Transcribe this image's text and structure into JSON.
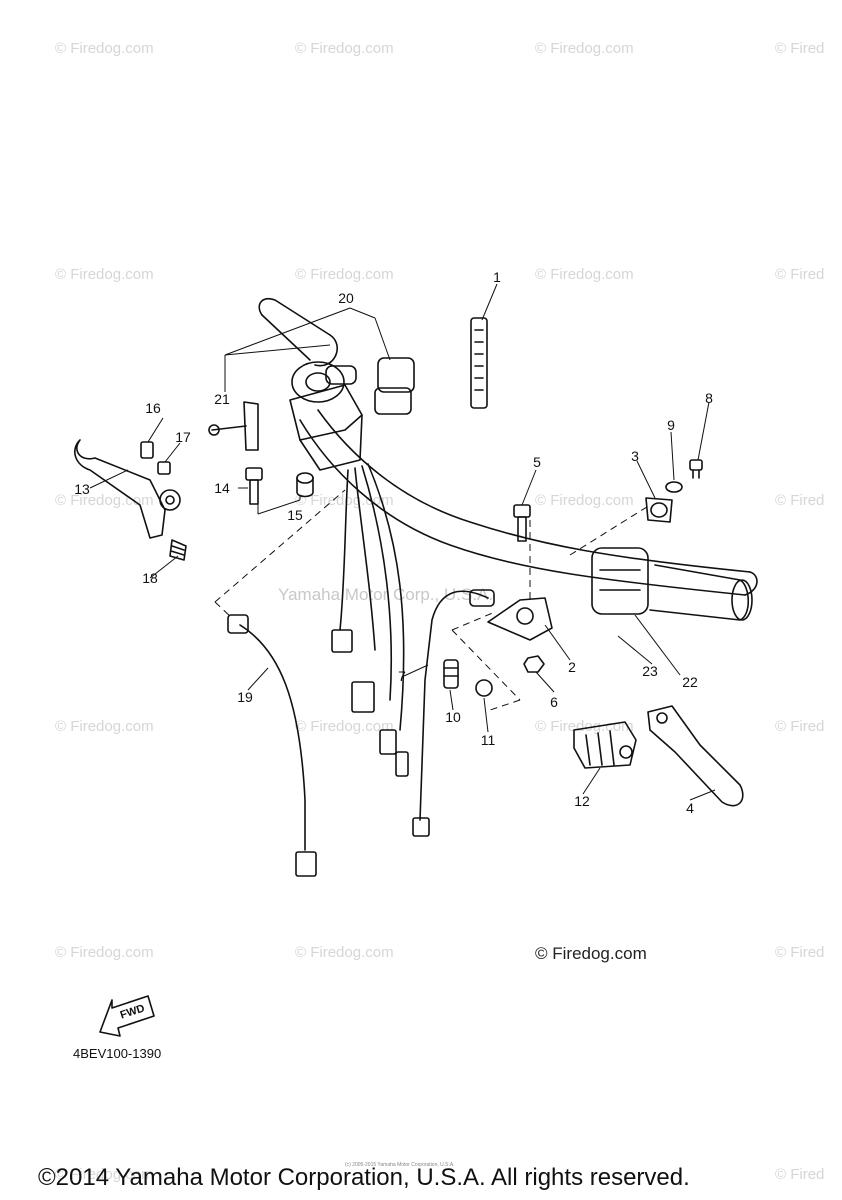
{
  "watermark": {
    "text": "© Firedog.com",
    "clipped_text": "© Fired",
    "center_text": "Yamaha Motor Corp., U.S.A.",
    "color": "#d6d6d6"
  },
  "site_credit": "© Firedog.com",
  "part_code": "4BEV100-1390",
  "fwd_label": "FWD",
  "fine_print": "(c) 2005-2015 Yamaha Motor Corporation, U.S.A.",
  "copyright": "©2014 Yamaha Motor Corporation, U.S.A. All rights reserved.",
  "callouts": [
    "1",
    "2",
    "3",
    "4",
    "5",
    "6",
    "7",
    "8",
    "9",
    "10",
    "11",
    "12",
    "13",
    "14",
    "15",
    "16",
    "17",
    "18",
    "19",
    "20",
    "21",
    "22",
    "23"
  ]
}
